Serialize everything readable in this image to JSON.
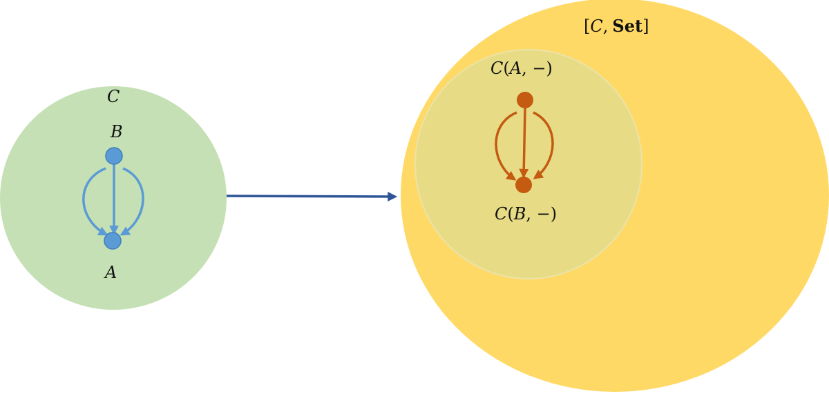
{
  "colors": {
    "category_fill": "#c5e0b4",
    "functor_fill": "#ffd966",
    "subcategory_fill": "#e7dc85",
    "subcategory_border": "#ebe3a8",
    "blue_node": "#5b9bd5",
    "blue_node_border": "#3d7fbd",
    "orange": "#c55a11",
    "embedding_arrow": "#2f5597"
  },
  "labels": {
    "category": "C",
    "node_b": "B",
    "node_a": "A",
    "functor_open": "[",
    "functor_c": "C",
    "functor_comma": ",",
    "functor_set": "Set",
    "functor_close": "]",
    "rep_a_c": "C",
    "rep_a_open": "(",
    "rep_a_var": "A",
    "rep_a_rest": ", −)",
    "rep_b_c": "C",
    "rep_b_open": "(",
    "rep_b_var": "B",
    "rep_b_rest": ", −)"
  }
}
